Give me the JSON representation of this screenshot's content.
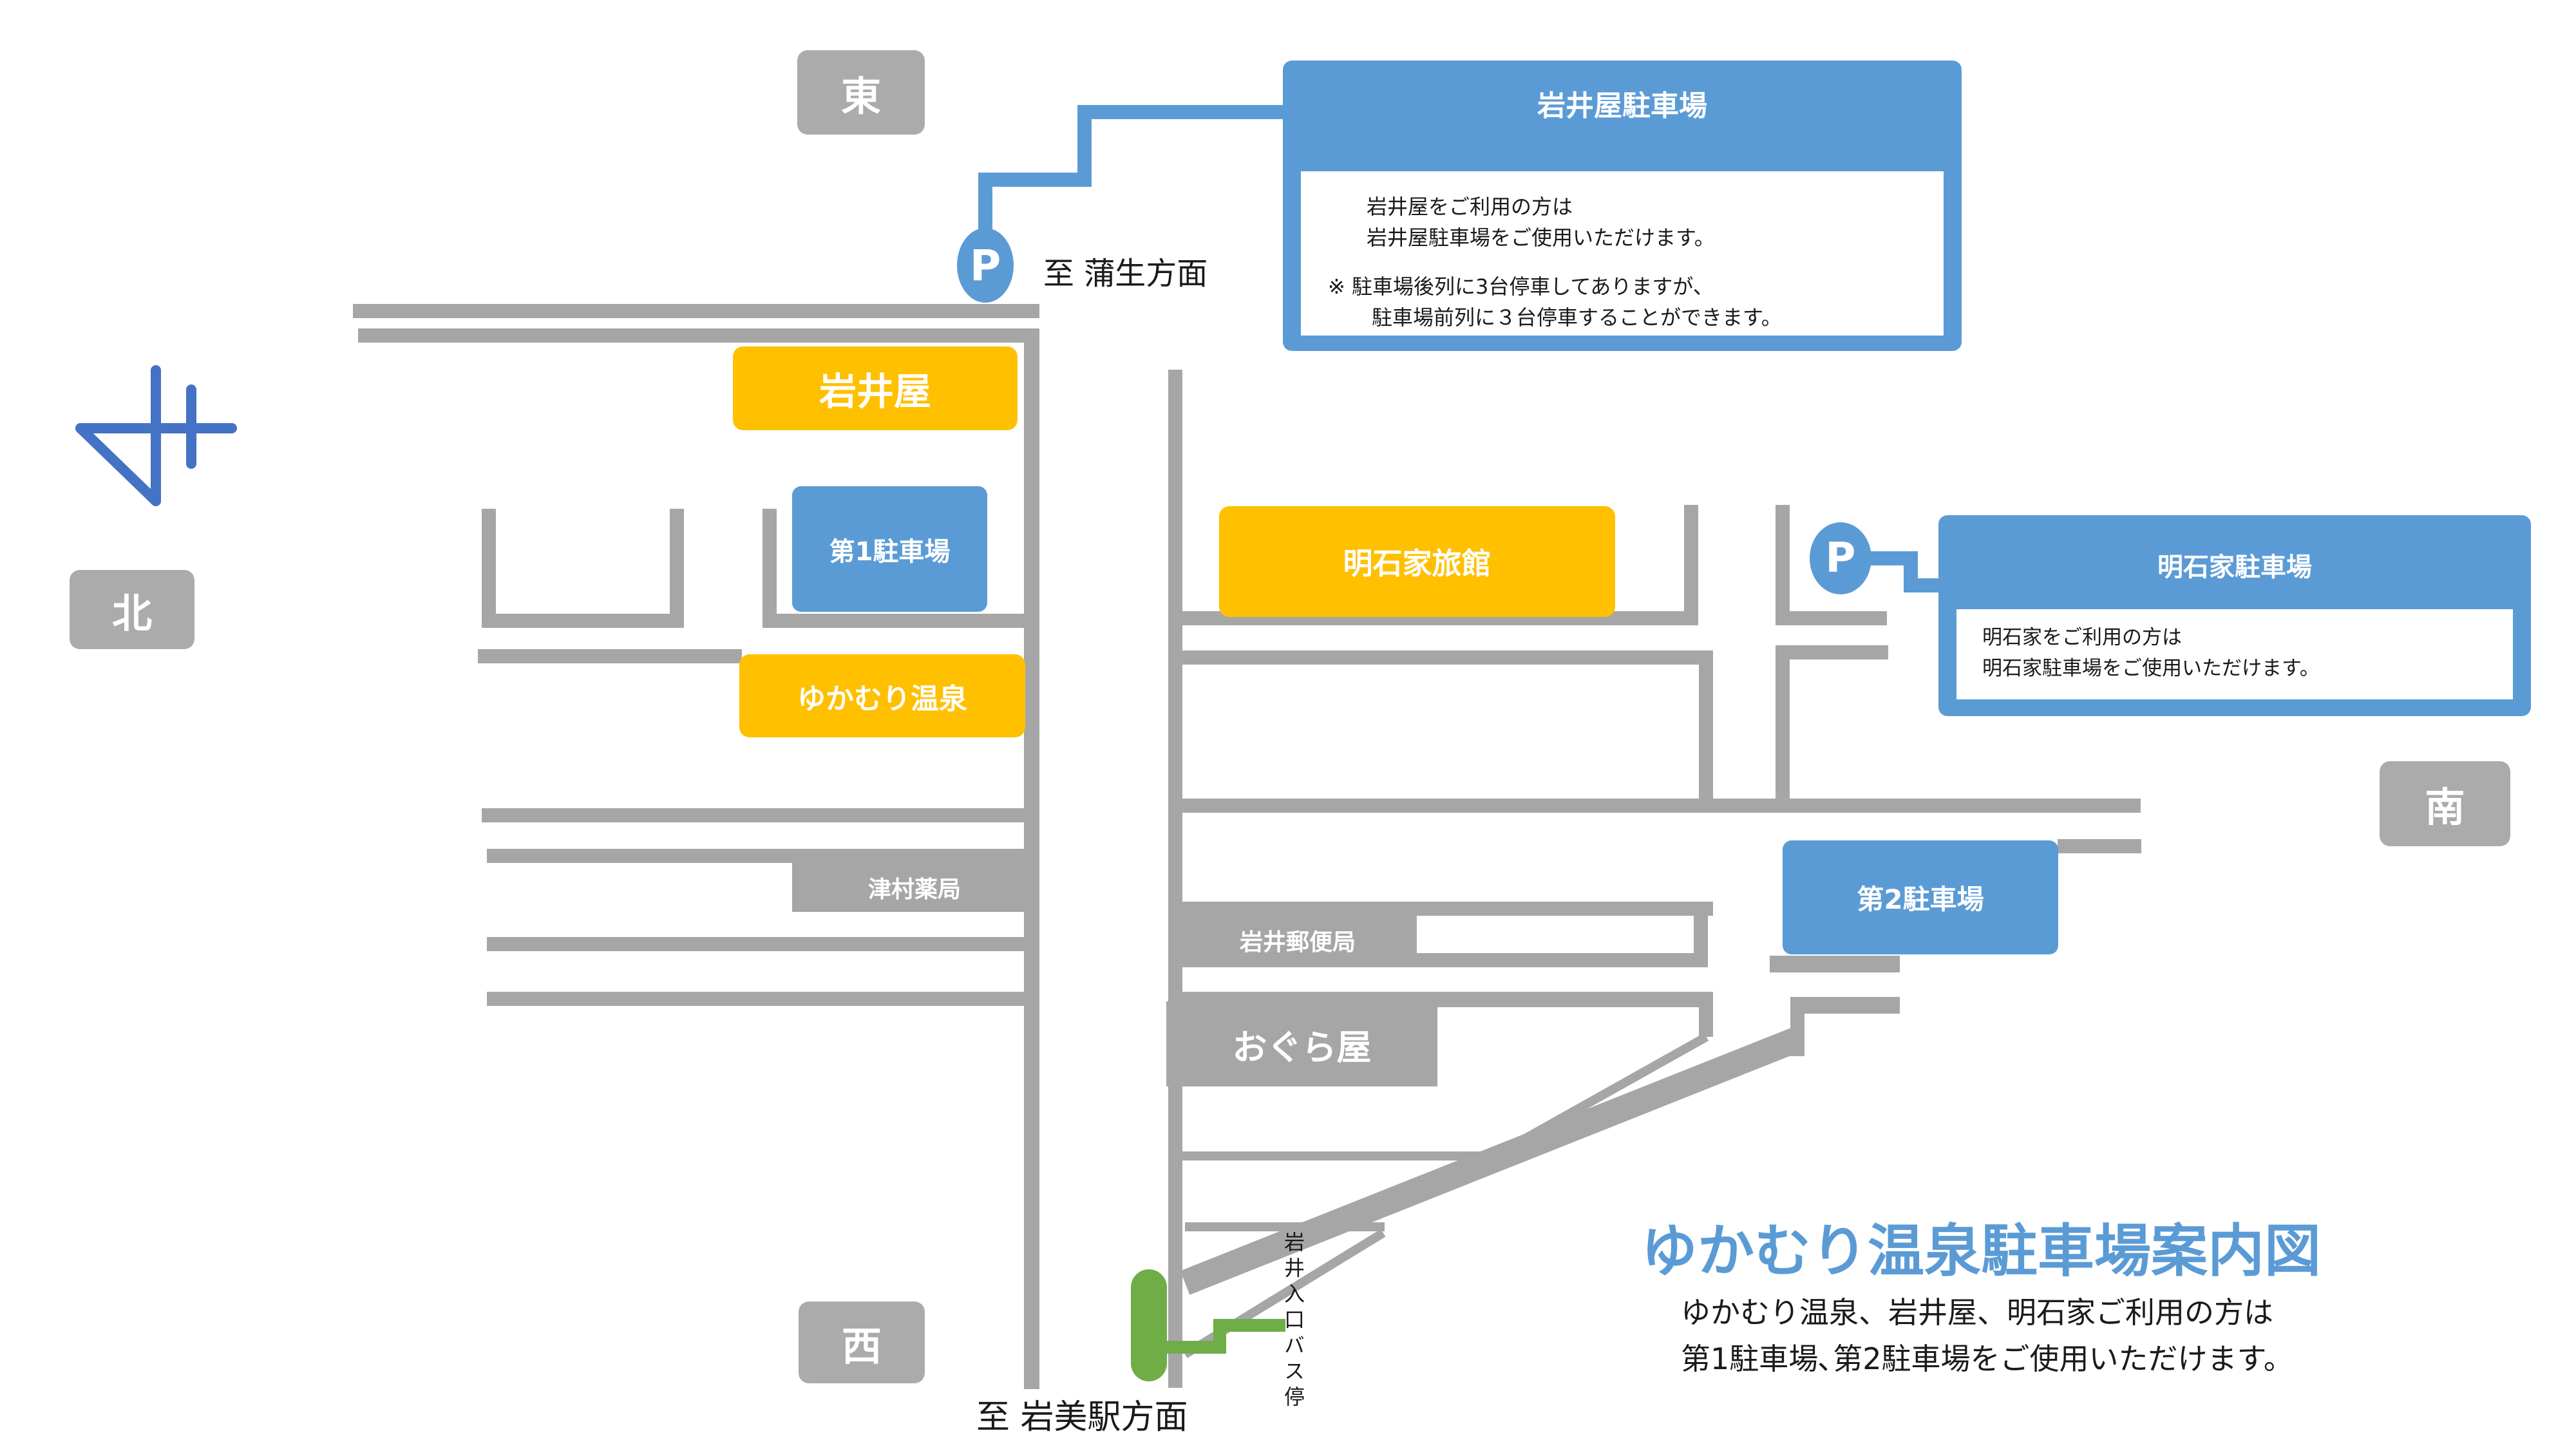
{
  "colors": {
    "blue": "#5B9BD5",
    "yellow": "#FFC000",
    "road_gray": "#A6A6A6",
    "direction_gray": "#ABABAB",
    "green": "#6FAD47",
    "compass_blue": "#4472C4",
    "text_dark": "#1A1A1A",
    "title_blue": "#5B9BD5"
  },
  "directions": {
    "east": "東",
    "west": "西",
    "south": "南",
    "north": "北"
  },
  "buildings": {
    "iwaiya": "岩井屋",
    "yukamuri_onsen": "ゆかむり温泉",
    "akashiya_ryokan": "明石家旅館",
    "parking1": "第1駐車場",
    "parking2": "第2駐車場",
    "tsumura_pharmacy": "津村薬局",
    "iwai_post_office": "岩井郵便局",
    "oguraya": "おぐら屋"
  },
  "markers": {
    "parking_letter": "P",
    "bus_stop": "岩井入口バス停"
  },
  "road_labels": {
    "to_gamo": "至 蒲生方面",
    "to_iwami_station": "至 岩美駅方面"
  },
  "callouts": {
    "iwaiya_parking": {
      "title": "岩井屋駐車場",
      "lines": [
        "岩井屋をご利用の方は",
        "岩井屋駐車場をご使用いただけます。",
        "※ 駐車場後列に3台停車してありますが、",
        "駐車場前列に３台停車することができます。"
      ]
    },
    "akashiya_parking": {
      "title": "明石家駐車場",
      "lines": [
        "明石家をご利用の方は",
        "明石家駐車場をご使用いただけます。"
      ]
    }
  },
  "legend": {
    "title": "ゆかむり温泉駐車場案内図",
    "lines": [
      "ゆかむり温泉、岩井屋、明石家ご利用の方は",
      "第1駐車場､第2駐車場をご使用いただけます。"
    ]
  }
}
